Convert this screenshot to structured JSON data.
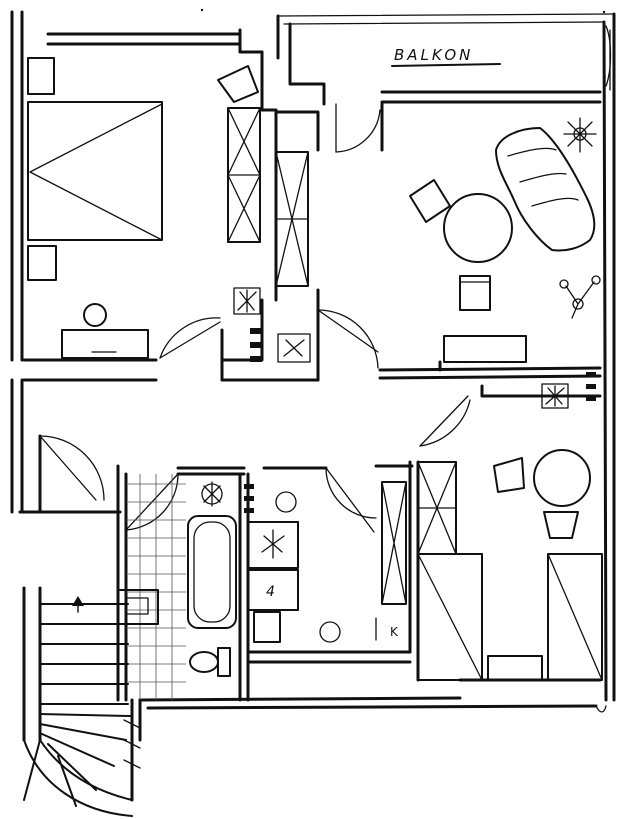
{
  "labels": {
    "balcony": "BALKON",
    "washer": "4",
    "kitchen": "K"
  }
}
